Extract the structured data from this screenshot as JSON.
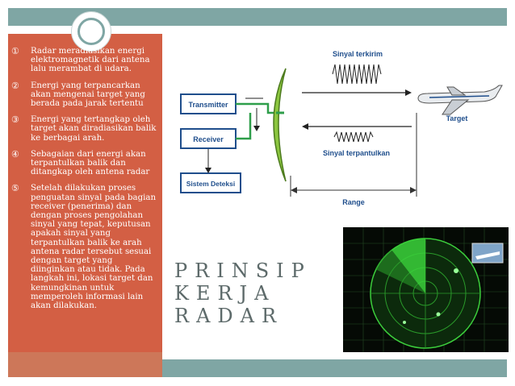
{
  "slide": {
    "colors": {
      "accent_bar": "#7fa6a4",
      "left_panel": "#d35f44",
      "title_text": "#5d6a6a",
      "diagram_box": "#1f4e8c"
    },
    "list": [
      {
        "num": "①",
        "text": "Radar meradiasikan energi elektromagnetik dari antena lalu merambat di udara."
      },
      {
        "num": "②",
        "text": "Energi yang terpancarkan akan mengenai target yang berada pada jarak tertentu"
      },
      {
        "num": "③",
        "text": "Energi yang tertangkap oleh target akan diradiasikan balik ke berbagai arah."
      },
      {
        "num": "④",
        "text": "Sebagaian dari energi akan terpantulkan balik dan ditangkap oleh antena radar"
      },
      {
        "num": "⑤",
        "text": "Setelah dilakukan proses penguatan sinyal pada bagian receiver (penerima) dan dengan proses pengolahan sinyal yang tepat, keputusan apakah sinyal yang terpantulkan balik ke arah antena radar tersebut sesuai dengan target yang diinginkan atau tidak. Pada langkah ini, lokasi target dan kemungkinan untuk memperoleh informasi lain akan dilakukan."
      }
    ],
    "title_lines": [
      "PRINSIP",
      "KERJA",
      "RADAR"
    ]
  },
  "diagram": {
    "transmitter": "Transmitter",
    "receiver": "Receiver",
    "detection": "Sistem Deteksi",
    "sent_signal": "Sinyal terkirim",
    "reflected_signal": "Sinyal terpantulkan",
    "target": "Target",
    "range": "Range"
  },
  "radar_image": {
    "icon": "radar-screen-icon"
  }
}
